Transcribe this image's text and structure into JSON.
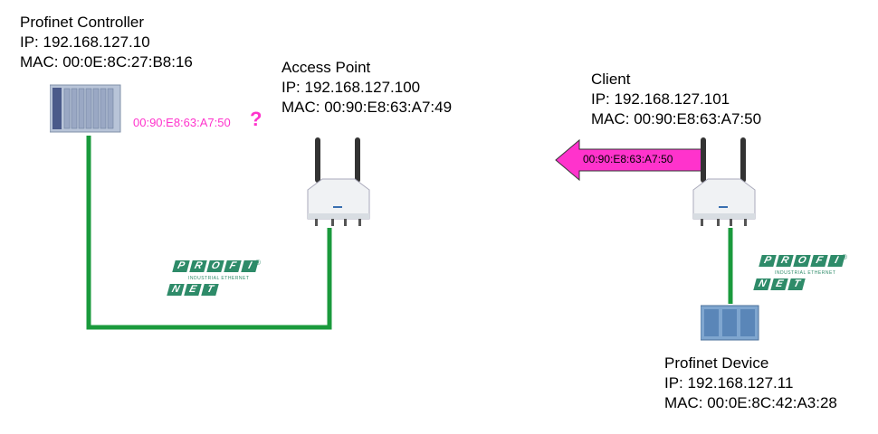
{
  "controller": {
    "name": "Profinet Controller",
    "ip": "IP: 192.168.127.10",
    "mac": "MAC: 00:0E:8C:27:B8:16",
    "query_mac": "00:90:E8:63:A7:50",
    "query_mark": "?"
  },
  "access_point": {
    "name": "Access Point",
    "ip": "IP: 192.168.127.100",
    "mac": "MAC: 00:90:E8:63:A7:49"
  },
  "client": {
    "name": "Client",
    "ip": "IP: 192.168.127.101",
    "mac": "MAC: 00:90:E8:63:A7:50",
    "arrow_mac": "00:90:E8:63:A7:50"
  },
  "device": {
    "name": "Profinet Device",
    "ip": "IP: 192.168.127.11",
    "mac": "MAC: 00:0E:8C:42:A3:28"
  },
  "logo": {
    "top_letters": [
      "P",
      "R",
      "O",
      "F",
      "I"
    ],
    "bottom_letters": [
      "N",
      "E",
      "T"
    ],
    "subtitle": "INDUSTRIAL ETHERNET",
    "registered": "®"
  },
  "colors": {
    "wire": "#1a9a3c",
    "accent_pink": "#ff33cc",
    "logo_green": "#2e8b69"
  }
}
